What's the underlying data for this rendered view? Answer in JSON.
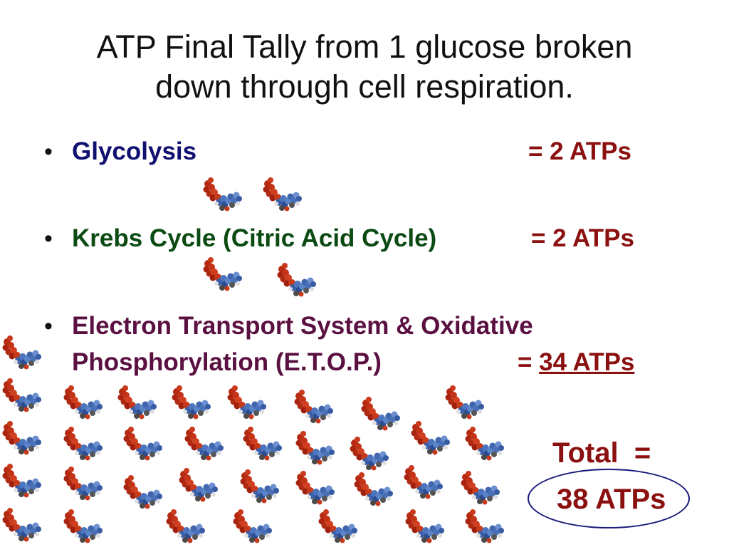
{
  "slide": {
    "title_line1": "ATP Final Tally from 1 glucose broken",
    "title_line2": "down through cell respiration.",
    "bullets": [
      {
        "label": "Glycolysis",
        "value": "= 2 ATPs",
        "color": "#101070"
      },
      {
        "label": "Krebs Cycle (Citric Acid Cycle)",
        "value": "= 2 ATPs",
        "color": "#0b4a12"
      },
      {
        "label_line1": "Electron Transport System & Oxidative",
        "label_line2": "Phosphorylation (E.T.O.P.)",
        "value_prefix": "= ",
        "value": "34 ATPs",
        "color": "#5a1040"
      }
    ],
    "total_label": "Total",
    "total_eq": "=",
    "total_value": "38 ATPs",
    "bullet_symbol": "•",
    "icon": "atp-molecule-icon"
  }
}
